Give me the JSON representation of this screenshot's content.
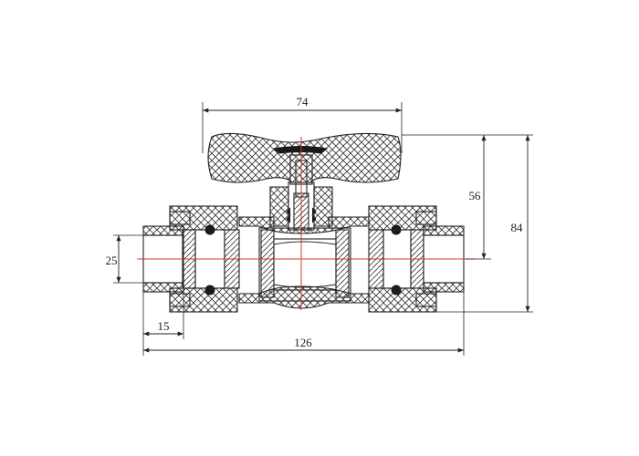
{
  "diagram": {
    "dimensions": {
      "handle_width": "74",
      "stem_height": "56",
      "overall_height": "84",
      "bore": "25",
      "socket_length": "15",
      "overall_length": "126"
    },
    "colors": {
      "outline": "#222222",
      "center_axis": "#e0332b",
      "background": "#ffffff"
    }
  }
}
